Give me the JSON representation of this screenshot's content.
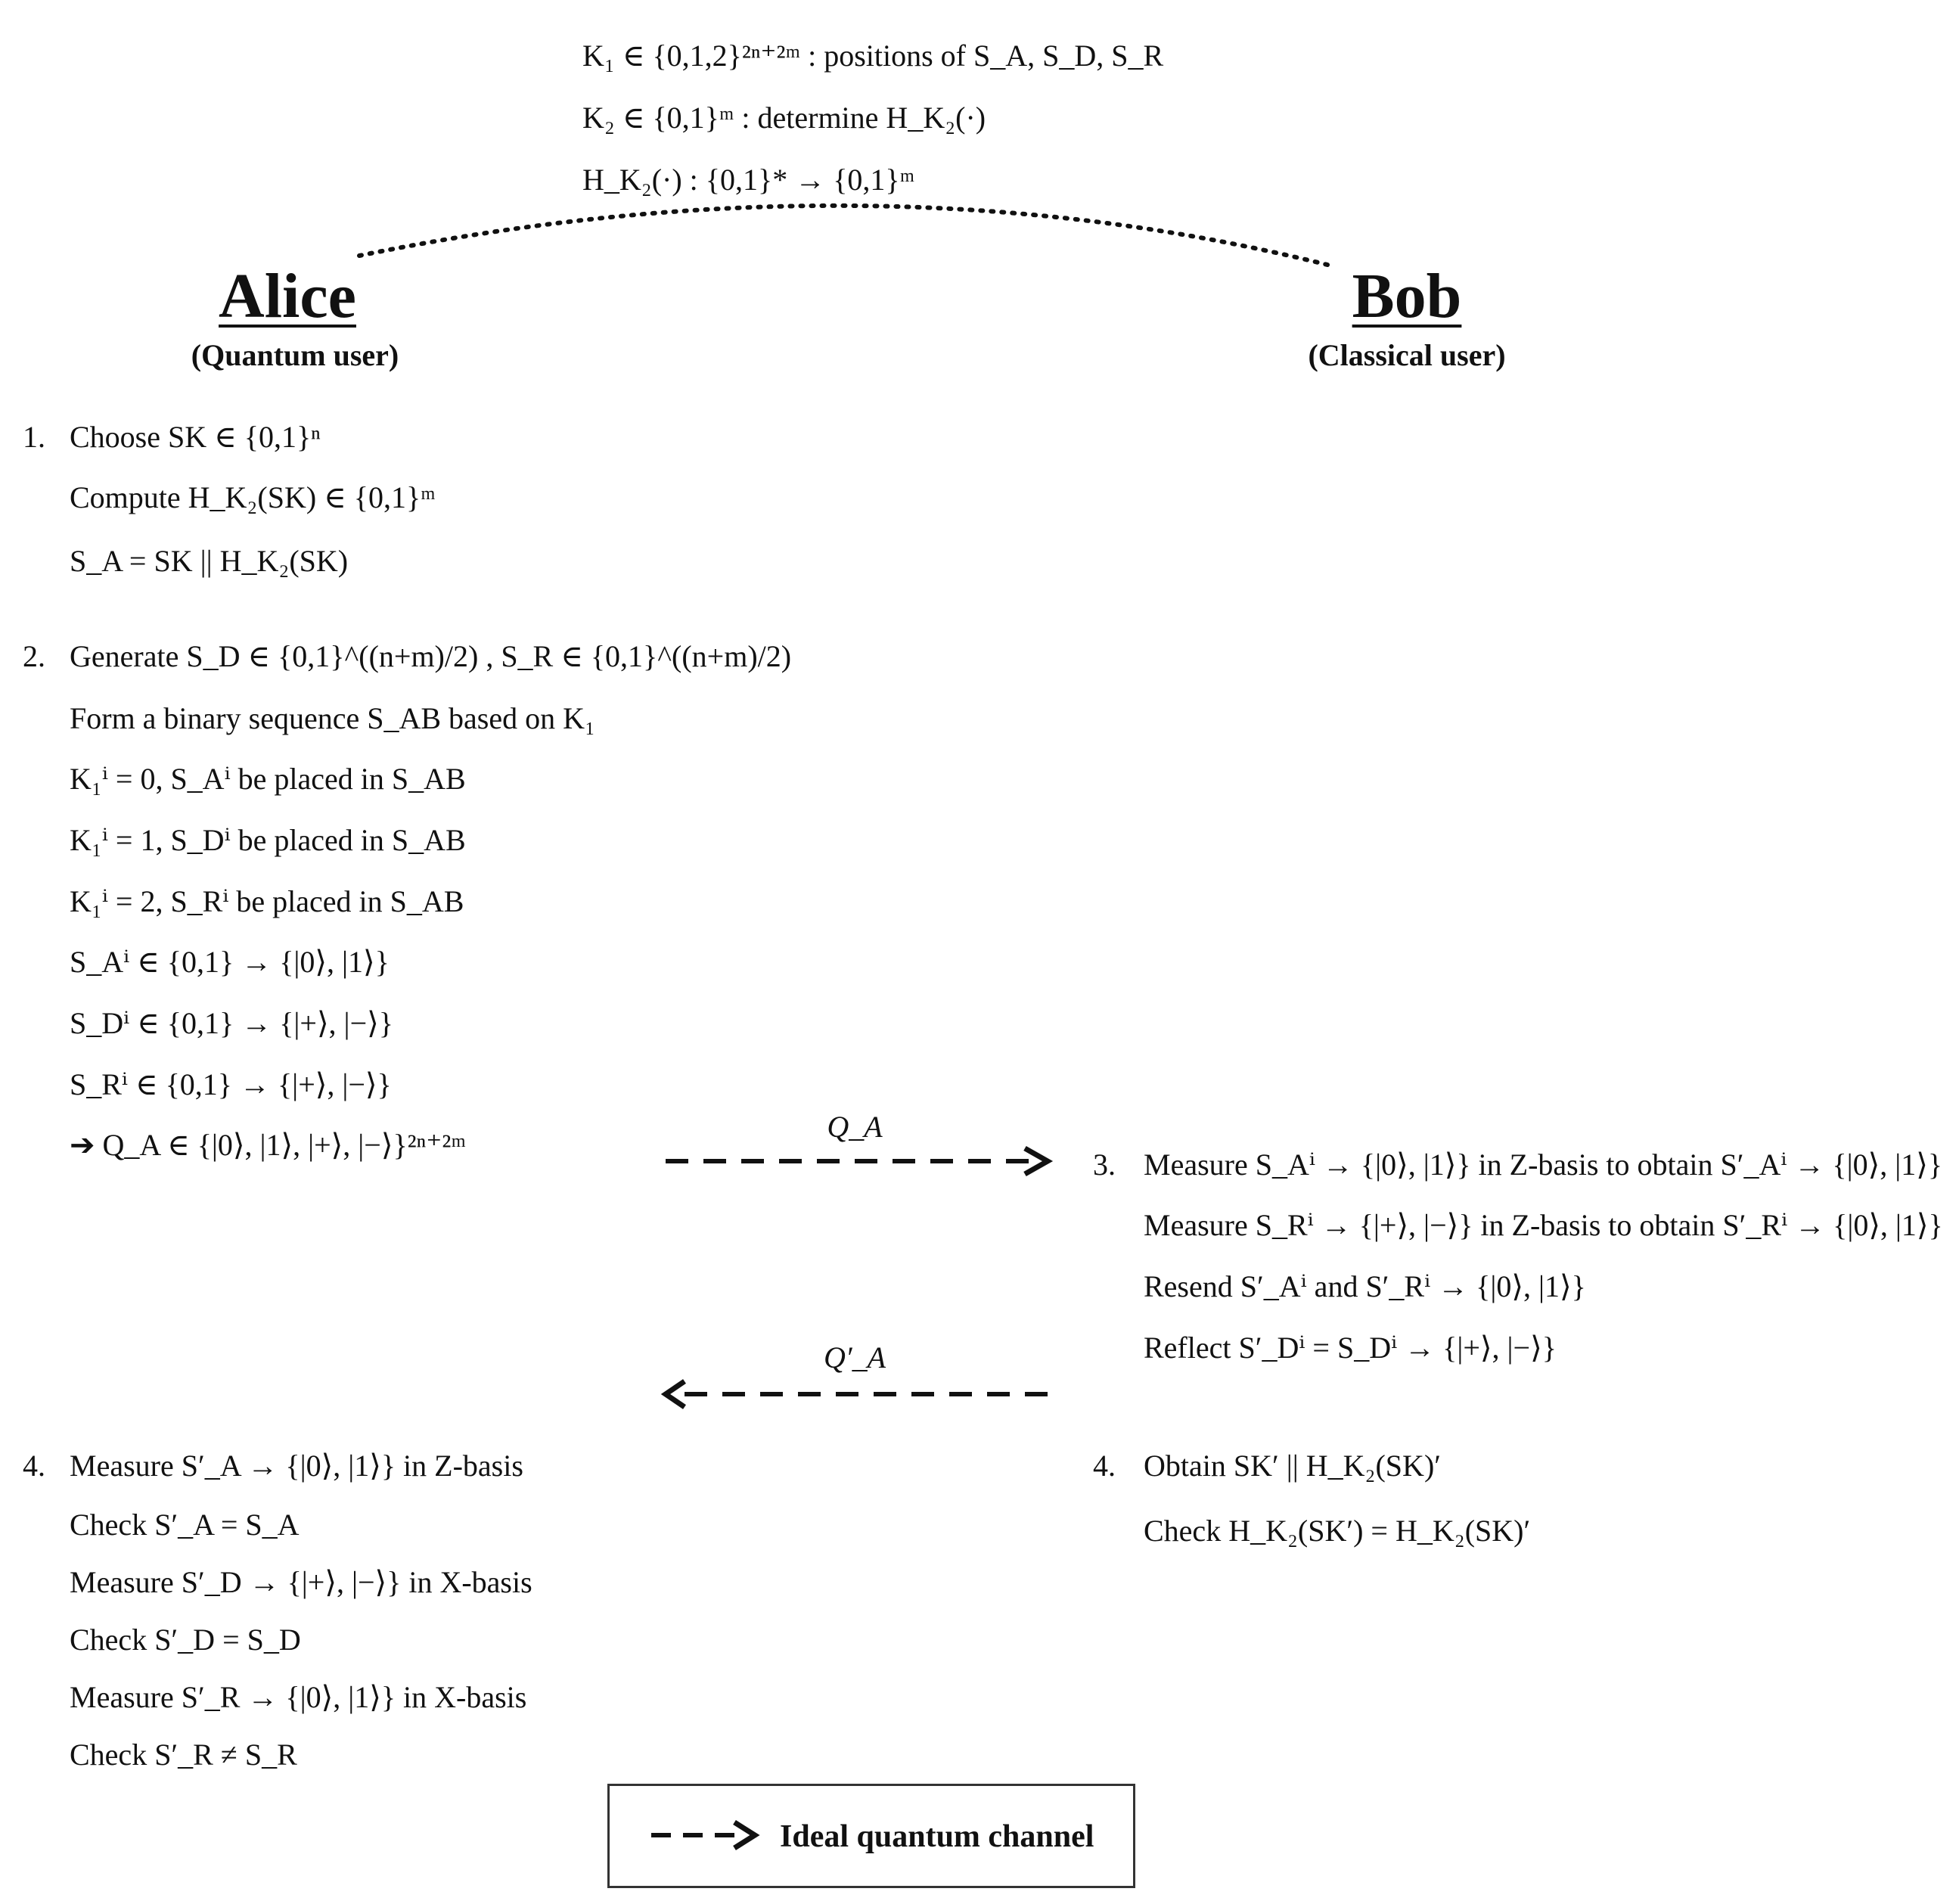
{
  "header": {
    "lines": [
      "K₁ ∈ {0,1,2}²ⁿ⁺²ᵐ : positions of S_A, S_D, S_R",
      "K₂ ∈ {0,1}ᵐ : determine H_K₂(·)",
      "H_K₂(·) : {0,1}* → {0,1}ᵐ"
    ]
  },
  "alice": {
    "name": "Alice",
    "role": "(Quantum user)",
    "step1": {
      "number": "1.",
      "lines": [
        "Choose SK ∈ {0,1}ⁿ",
        "Compute H_K₂(SK) ∈ {0,1}ᵐ",
        "S_A = SK || H_K₂(SK)"
      ]
    },
    "step2": {
      "number": "2.",
      "lines": [
        "Generate S_D ∈ {0,1}^((n+m)/2) , S_R ∈ {0,1}^((n+m)/2)",
        "Form a binary sequence S_AB based on  K₁",
        "K₁ⁱ = 0, S_Aⁱ be placed in S_AB",
        "K₁ⁱ = 1, S_Dⁱ be placed in S_AB",
        "K₁ⁱ = 2, S_Rⁱ be placed in S_AB",
        "S_Aⁱ  ∈ {0,1} → {|0⟩, |1⟩}",
        "S_Dⁱ  ∈ {0,1} → {|+⟩, |−⟩}",
        "S_Rⁱ  ∈ {0,1} → {|+⟩, |−⟩}",
        "➔ Q_A ∈ {|0⟩, |1⟩, |+⟩, |−⟩}²ⁿ⁺²ᵐ"
      ]
    },
    "step4": {
      "number": "4.",
      "lines": [
        "Measure S′_A → {|0⟩, |1⟩} in Z-basis",
        "Check S′_A = S_A",
        "Measure S′_D → {|+⟩, |−⟩} in X-basis",
        "Check S′_D = S_D",
        "Measure S′_R → {|0⟩, |1⟩} in X-basis",
        "Check S′_R ≠ S_R"
      ]
    }
  },
  "bob": {
    "name": "Bob",
    "role": "(Classical user)",
    "step3": {
      "number": "3.",
      "lines": [
        "Measure S_Aⁱ  → {|0⟩, |1⟩} in Z-basis to obtain S′_Aⁱ  → {|0⟩, |1⟩}",
        "Measure S_Rⁱ  → {|+⟩, |−⟩} in Z-basis to obtain S′_Rⁱ  → {|0⟩, |1⟩}",
        "Resend S′_Aⁱ and S′_Rⁱ → {|0⟩, |1⟩}",
        "Reflect S′_Dⁱ = S_Dⁱ → {|+⟩, |−⟩}"
      ]
    },
    "step4": {
      "number": "4.",
      "lines": [
        "Obtain SK′ || H_K₂(SK)′",
        "Check H_K₂(SK′) = H_K₂(SK)′"
      ]
    }
  },
  "channels": {
    "forward_label": "Q_A",
    "backward_label": "Q′_A"
  },
  "legend": {
    "label": "Ideal quantum channel"
  },
  "colors": {
    "text": "#111111",
    "lines": "#111111",
    "legend_border": "#333333",
    "background": "#ffffff"
  }
}
